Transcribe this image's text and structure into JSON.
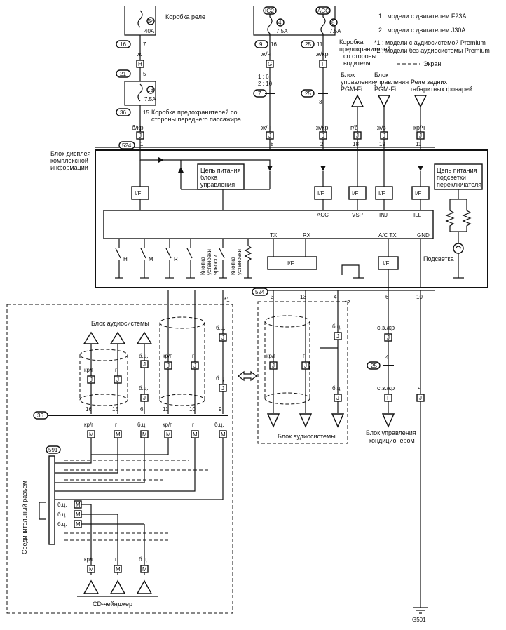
{
  "legend": {
    "item1": "1 : модели с двигателем F23A",
    "item2": "2 : модели с двигателем J30A",
    "item3": "*1 : модели с аудиосистемой Premium",
    "item4": "*2 : модели без аудиосистемы Premium",
    "item5": "Экран"
  },
  "top": {
    "relay_box": "Коробка реле",
    "fuse40": "40A",
    "fuse54": "54",
    "ig2": "IG2",
    "acc": "ACC",
    "fuse4": "4",
    "fuse4a": "7.5A",
    "fuse8": "8",
    "fuse8a": "7.5A",
    "driver_box_1": "Коробка",
    "driver_box_2": "предохранителей",
    "driver_box_3": "со стороны",
    "driver_box_4": "водителя",
    "pass_box_1": "Коробка предохранителей со",
    "pass_box_2": "стороны переднего пассажира",
    "fuse13": "13",
    "fuse13a": "7.5A"
  },
  "units": {
    "pgm1_1": "Блок",
    "pgm1_2": "управления",
    "pgm1_3": "PGM-Fi",
    "pgm2_1": "Блок",
    "pgm2_2": "управления",
    "pgm2_3": "PGM-Fi",
    "rear_1": "Реле задних",
    "rear_2": "габаритных фонарей"
  },
  "wires": {
    "w1": "ж",
    "w2": "ж/ч",
    "w3": "ж/кр",
    "w4": "б/кр",
    "w5": "ж/ч",
    "w6": "ж/кр",
    "w7": "г/б",
    "w8": "ж/з",
    "w9": "кр/ч",
    "sz1": "с.з./кр",
    "sz2": "с.з./кр",
    "ch": "ч"
  },
  "connectors": {
    "c16": "16",
    "c21": "21",
    "c36": "36",
    "c524": "524",
    "c9": "9",
    "c25": "25",
    "c7": "7",
    "c25b": "25",
    "c25c": "25",
    "c524b": "524",
    "c36b": "36",
    "c591": "591",
    "pin_J": "J",
    "pin_G": "G",
    "pin_H": "H",
    "pin_I": "I",
    "pin_M": "M"
  },
  "pins": {
    "p7": "7",
    "p5": "5",
    "p15": "15",
    "p16": "16",
    "p11": "11",
    "p1": "1",
    "p8": "8",
    "p2": "2",
    "p18": "18",
    "p19": "19",
    "p11b": "11",
    "p6": "1 : 6",
    "p10": "2 : 10",
    "p3": "3",
    "b3": "3",
    "b13": "13",
    "b4": "4",
    "b6": "6",
    "b10": "10",
    "d16": "16",
    "d15": "15",
    "d6": "6",
    "d11": "11",
    "d10": "10",
    "d9": "9",
    "p4": "4"
  },
  "display": {
    "title_1": "Блок дисплея",
    "title_2": "комплексной",
    "title_3": "информации",
    "power_1": "Цепь питания",
    "power_2": "блока",
    "power_3": "управления",
    "backlight_1": "Цепь питания",
    "backlight_2": "подсветки",
    "backlight_3": "переключателя",
    "if": "I/F",
    "acc": "ACC",
    "vsp": "VSP",
    "inj": "INJ",
    "ill": "ILL+",
    "tx": "TX",
    "rx": "RX",
    "actx": "A/C TX",
    "gnd": "GND",
    "sw_h": "H",
    "sw_m": "M",
    "sw_r": "R",
    "knob1_1": "Кнопка",
    "knob1_2": "установки",
    "knob1_3": "яркости",
    "knob2_1": "Кнопка",
    "knob2_2": "установки",
    "backlight": "Подсветка"
  },
  "bottom": {
    "audio_top": "Блок аудиосистемы",
    "audio_bottom": "Блок аудиосистемы",
    "krg": "кр/г",
    "g": "г",
    "bc": "б.ц.",
    "star1": "*1",
    "star2": "*2",
    "connector_side": "Соединительный разъем",
    "cd": "CD-чейнджер",
    "ac_1": "Блок управления",
    "ac_2": "кондиционером",
    "ground": "G501"
  }
}
